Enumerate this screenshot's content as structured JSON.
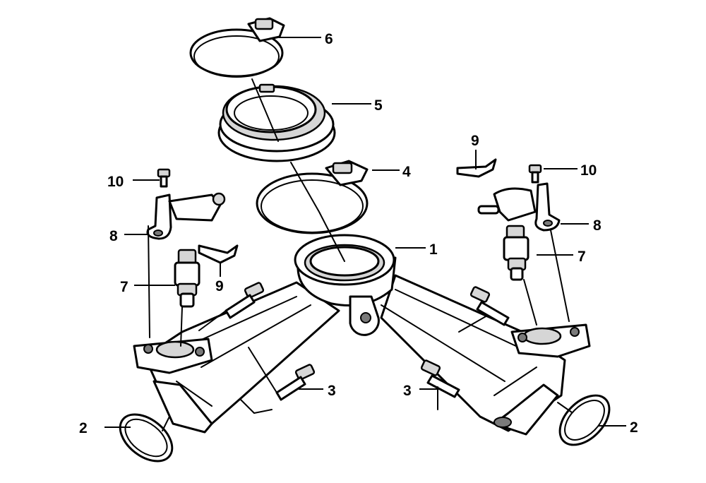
{
  "callouts": {
    "manifold": "1",
    "gasket_left": "2",
    "gasket_right": "2",
    "bolt_left": "3",
    "bolt_right": "3",
    "clamp_middle": "4",
    "boot": "5",
    "clamp_top": "6",
    "injector_left": "7",
    "injector_right": "7",
    "bracket_left": "8",
    "bracket_right": "8",
    "clip_left": "9",
    "clip_right": "9",
    "small_bolt_left": "10",
    "small_bolt_right": "10"
  }
}
